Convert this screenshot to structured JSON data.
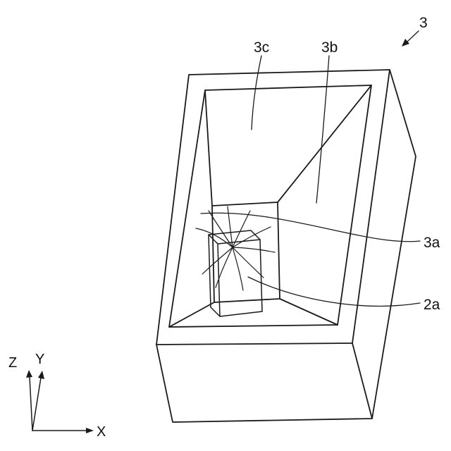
{
  "figure": {
    "background": "#ffffff",
    "line_color": "#1a1a1a",
    "labels": {
      "r3": "3",
      "r3a": "3a",
      "r3b": "3b",
      "r3c": "3c",
      "r2a": "2a"
    },
    "axes": {
      "x": "X",
      "y": "Y",
      "z": "Z"
    }
  }
}
